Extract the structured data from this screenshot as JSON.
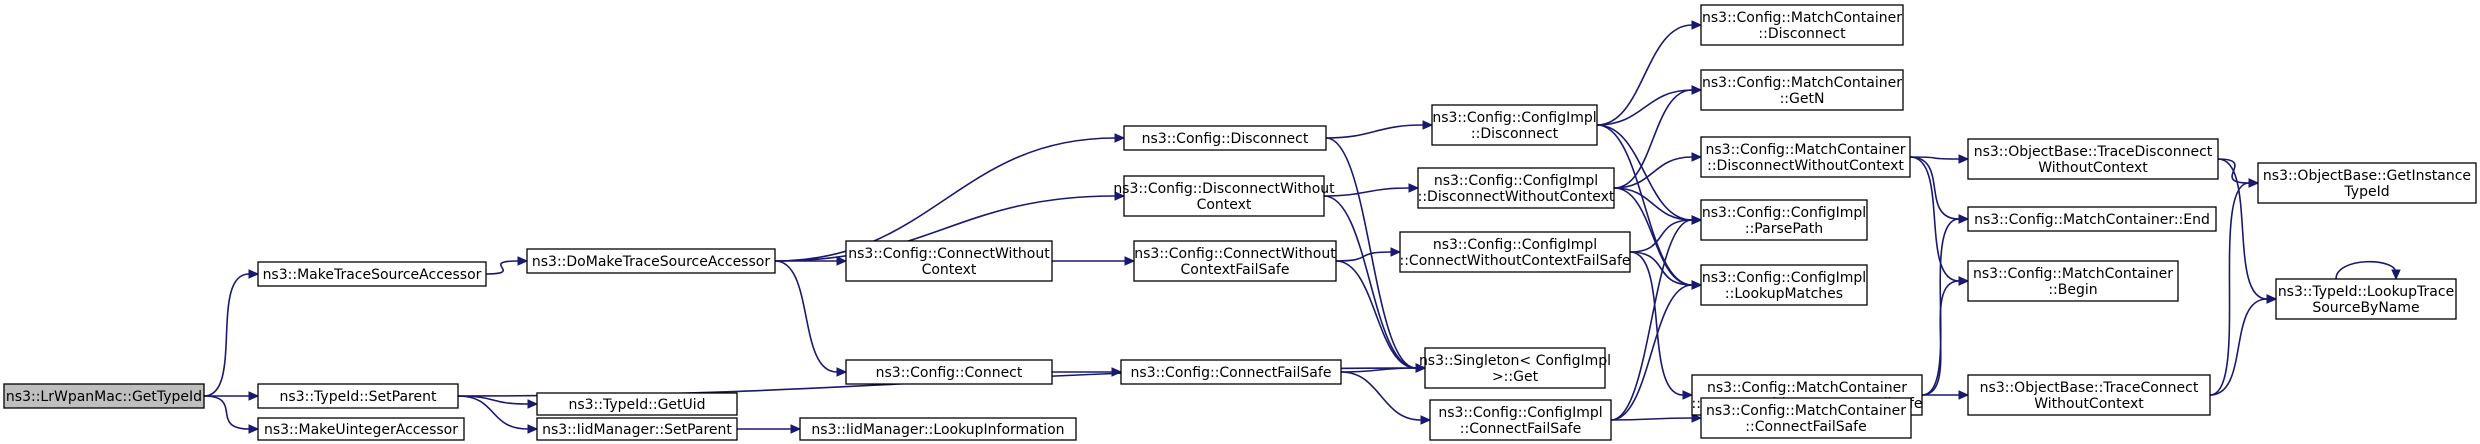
{
  "colors": {
    "edge": "#191970",
    "node_border": "#000000",
    "root_fill": "#bfbfbf",
    "node_fill": "#ffffff"
  },
  "nodes": [
    {
      "id": "n0",
      "lines": [
        "ns3::LrWpanMac::GetTypeId"
      ],
      "root": true
    },
    {
      "id": "n1",
      "lines": [
        "ns3::MakeTraceSourceAccessor"
      ]
    },
    {
      "id": "n2",
      "lines": [
        "ns3::DoMakeTraceSourceAccessor"
      ]
    },
    {
      "id": "n3",
      "lines": [
        "ns3::Config::Disconnect"
      ]
    },
    {
      "id": "n4",
      "lines": [
        "ns3::Config::ConfigImpl",
        "::Disconnect"
      ]
    },
    {
      "id": "n5",
      "lines": [
        "ns3::Config::MatchContainer",
        "::Disconnect"
      ]
    },
    {
      "id": "n6",
      "lines": [
        "ns3::Config::MatchContainer",
        "::GetN"
      ]
    },
    {
      "id": "n7",
      "lines": [
        "ns3::Config::ConfigImpl",
        "::ParsePath"
      ]
    },
    {
      "id": "n8",
      "lines": [
        "ns3::Config::ConfigImpl",
        "::LookupMatches"
      ]
    },
    {
      "id": "n9",
      "lines": [
        "ns3::Singleton< ConfigImpl",
        ">::Get"
      ]
    },
    {
      "id": "n10",
      "lines": [
        "ns3::Config::DisconnectWithout",
        "Context"
      ]
    },
    {
      "id": "n11",
      "lines": [
        "ns3::Config::ConfigImpl",
        "::DisconnectWithoutContext"
      ]
    },
    {
      "id": "n12",
      "lines": [
        "ns3::Config::MatchContainer",
        "::DisconnectWithoutContext"
      ]
    },
    {
      "id": "n13",
      "lines": [
        "ns3::Config::MatchContainer::End"
      ]
    },
    {
      "id": "n14",
      "lines": [
        "ns3::ObjectBase::TraceDisconnect",
        "WithoutContext"
      ]
    },
    {
      "id": "n15",
      "lines": [
        "ns3::ObjectBase::GetInstance",
        "TypeId"
      ]
    },
    {
      "id": "n16",
      "lines": [
        "ns3::TypeId::LookupTrace",
        "SourceByName"
      ]
    },
    {
      "id": "n17",
      "lines": [
        "ns3::Config::MatchContainer",
        "::Begin"
      ]
    },
    {
      "id": "n18",
      "lines": [
        "ns3::Config::ConnectWithout",
        "Context"
      ]
    },
    {
      "id": "n19",
      "lines": [
        "ns3::Config::ConnectWithout",
        "ContextFailSafe"
      ]
    },
    {
      "id": "n20",
      "lines": [
        "ns3::Config::ConfigImpl",
        "::ConnectWithoutContextFailSafe"
      ]
    },
    {
      "id": "n21",
      "lines": [
        "ns3::Config::MatchContainer",
        "::ConnectWithoutContextFailSafe"
      ]
    },
    {
      "id": "n22",
      "lines": [
        "ns3::ObjectBase::TraceConnect",
        "WithoutContext"
      ]
    },
    {
      "id": "n23",
      "lines": [
        "ns3::Config::Connect"
      ]
    },
    {
      "id": "n24",
      "lines": [
        "ns3::Config::ConnectFailSafe"
      ]
    },
    {
      "id": "n25",
      "lines": [
        "ns3::Config::ConfigImpl",
        "::ConnectFailSafe"
      ]
    },
    {
      "id": "n26",
      "lines": [
        "ns3::Config::MatchContainer",
        "::ConnectFailSafe"
      ]
    },
    {
      "id": "n27",
      "lines": [
        "ns3::TypeId::SetParent"
      ]
    },
    {
      "id": "n28",
      "lines": [
        "ns3::TypeId::GetUid"
      ]
    },
    {
      "id": "n29",
      "lines": [
        "ns3::IidManager::SetParent"
      ]
    },
    {
      "id": "n30",
      "lines": [
        "ns3::IidManager::LookupInformation"
      ]
    },
    {
      "id": "n31",
      "lines": [
        "ns3::MakeUintegerAccessor"
      ]
    }
  ],
  "edges": [
    [
      "n0",
      "n1"
    ],
    [
      "n0",
      "n27"
    ],
    [
      "n0",
      "n31"
    ],
    [
      "n1",
      "n2"
    ],
    [
      "n2",
      "n3"
    ],
    [
      "n2",
      "n10"
    ],
    [
      "n2",
      "n18"
    ],
    [
      "n2",
      "n23"
    ],
    [
      "n3",
      "n4"
    ],
    [
      "n3",
      "n9"
    ],
    [
      "n4",
      "n5"
    ],
    [
      "n4",
      "n6"
    ],
    [
      "n4",
      "n7"
    ],
    [
      "n4",
      "n8"
    ],
    [
      "n10",
      "n11"
    ],
    [
      "n10",
      "n9"
    ],
    [
      "n11",
      "n6"
    ],
    [
      "n11",
      "n12"
    ],
    [
      "n11",
      "n7"
    ],
    [
      "n11",
      "n8"
    ],
    [
      "n12",
      "n13"
    ],
    [
      "n12",
      "n14"
    ],
    [
      "n12",
      "n17"
    ],
    [
      "n14",
      "n15"
    ],
    [
      "n14",
      "n16"
    ],
    [
      "n16",
      "n16"
    ],
    [
      "n18",
      "n19"
    ],
    [
      "n19",
      "n20"
    ],
    [
      "n19",
      "n9"
    ],
    [
      "n20",
      "n7"
    ],
    [
      "n20",
      "n8"
    ],
    [
      "n20",
      "n21"
    ],
    [
      "n21",
      "n13"
    ],
    [
      "n21",
      "n17"
    ],
    [
      "n21",
      "n22"
    ],
    [
      "n22",
      "n15"
    ],
    [
      "n22",
      "n16"
    ],
    [
      "n23",
      "n24"
    ],
    [
      "n24",
      "n9"
    ],
    [
      "n24",
      "n25"
    ],
    [
      "n25",
      "n7"
    ],
    [
      "n25",
      "n8"
    ],
    [
      "n25",
      "n26"
    ],
    [
      "n27",
      "n9"
    ],
    [
      "n27",
      "n28"
    ],
    [
      "n27",
      "n29"
    ],
    [
      "n29",
      "n30"
    ]
  ]
}
